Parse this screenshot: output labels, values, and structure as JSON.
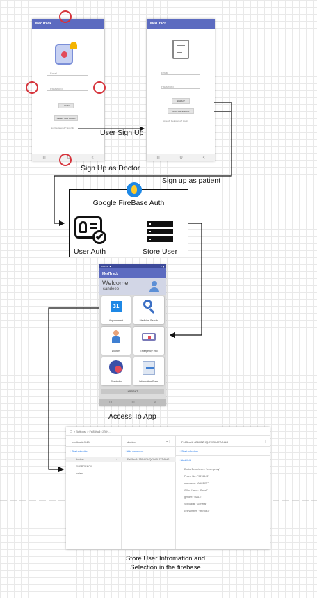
{
  "login_screen": {
    "app_title": "MedTrack",
    "email_placeholder": "Email",
    "password_placeholder": "Password",
    "login_button": "LOGIN",
    "doctor_button": "SELECT DR LOGIN",
    "register_link": "Not Registered? Sign Up",
    "nav": [
      "III",
      "O",
      "<"
    ]
  },
  "signup_screen": {
    "app_title": "MedTrack",
    "email_placeholder": "Email",
    "password_placeholder": "Password",
    "signup_button": "SIGNUP",
    "doctor_signup_button": "DOCTOR SIGNUP",
    "login_link": "Already Registered? Login",
    "nav": [
      "III",
      "O",
      "<"
    ]
  },
  "labels": {
    "user_sign_up": "User Sign Up",
    "sign_up_doctor": "Sign  Up as Doctor",
    "sign_up_patient": "Sign up as patient",
    "firebase_title": "Google FireBase Auth",
    "user_auth": "User Auth",
    "store_user": "Store User",
    "access_app": "Access To App",
    "store_info_line1": "Store User Infromation and",
    "store_info_line2": "Selection in the firebase"
  },
  "home_screen": {
    "status_left": "10:28 ■ ▲",
    "status_right": "▼ ▮",
    "app_title": "MedTrack",
    "welcome": "Welcome",
    "username": "sandeep",
    "tiles": [
      {
        "label": "Appointment",
        "glyph": "31"
      },
      {
        "label": "Medicine Search",
        "glyph": "🔍"
      },
      {
        "label": "Doctors",
        "glyph": "👤"
      },
      {
        "label": "Emergency Info",
        "glyph": "🚑"
      },
      {
        "label": "Reminder",
        "glyph": "⏰"
      },
      {
        "label": "Information Form",
        "glyph": "➤"
      }
    ],
    "logout": "LOGOUT",
    "nav": [
      "III",
      "O",
      "<"
    ]
  },
  "firestore": {
    "breadcrumb_home": "⌂",
    "breadcrumb": [
      "Buttons",
      "Fe85hu4+JZ6H..."
    ],
    "col1_title": "medtrack-9f4fb",
    "col1_action": "+  Start collection",
    "col1_items": [
      "doctors",
      "EMERGENCY",
      "patient"
    ],
    "col2_title": "doctors",
    "col2_action": "+  Add document",
    "col2_item": "Fe85hu4+JZ6H5ZHQCWGhJ7ZvNdG",
    "col3_title": "Fe85hu4+JZ6H5ZHQCWGhJ7ZvNdG",
    "col3_action": "+  Start collection",
    "col3_add": "+  Add field",
    "fields": [
      "DoctorDepartment: \"emergency\"",
      "Phone No.: \"9876543\"",
      "username: \"ABCDEF\"",
      "Office Name: \"Dubai\"",
      "gender: \"MALE\"",
      "Specialist: \"General\"",
      "cellNumber: \"9876543\""
    ]
  },
  "colors": {
    "appbar": "#5c6bc0",
    "marker": "#d6343c",
    "firebase_badge": "#1e88e5",
    "flame": "#ffca28"
  }
}
